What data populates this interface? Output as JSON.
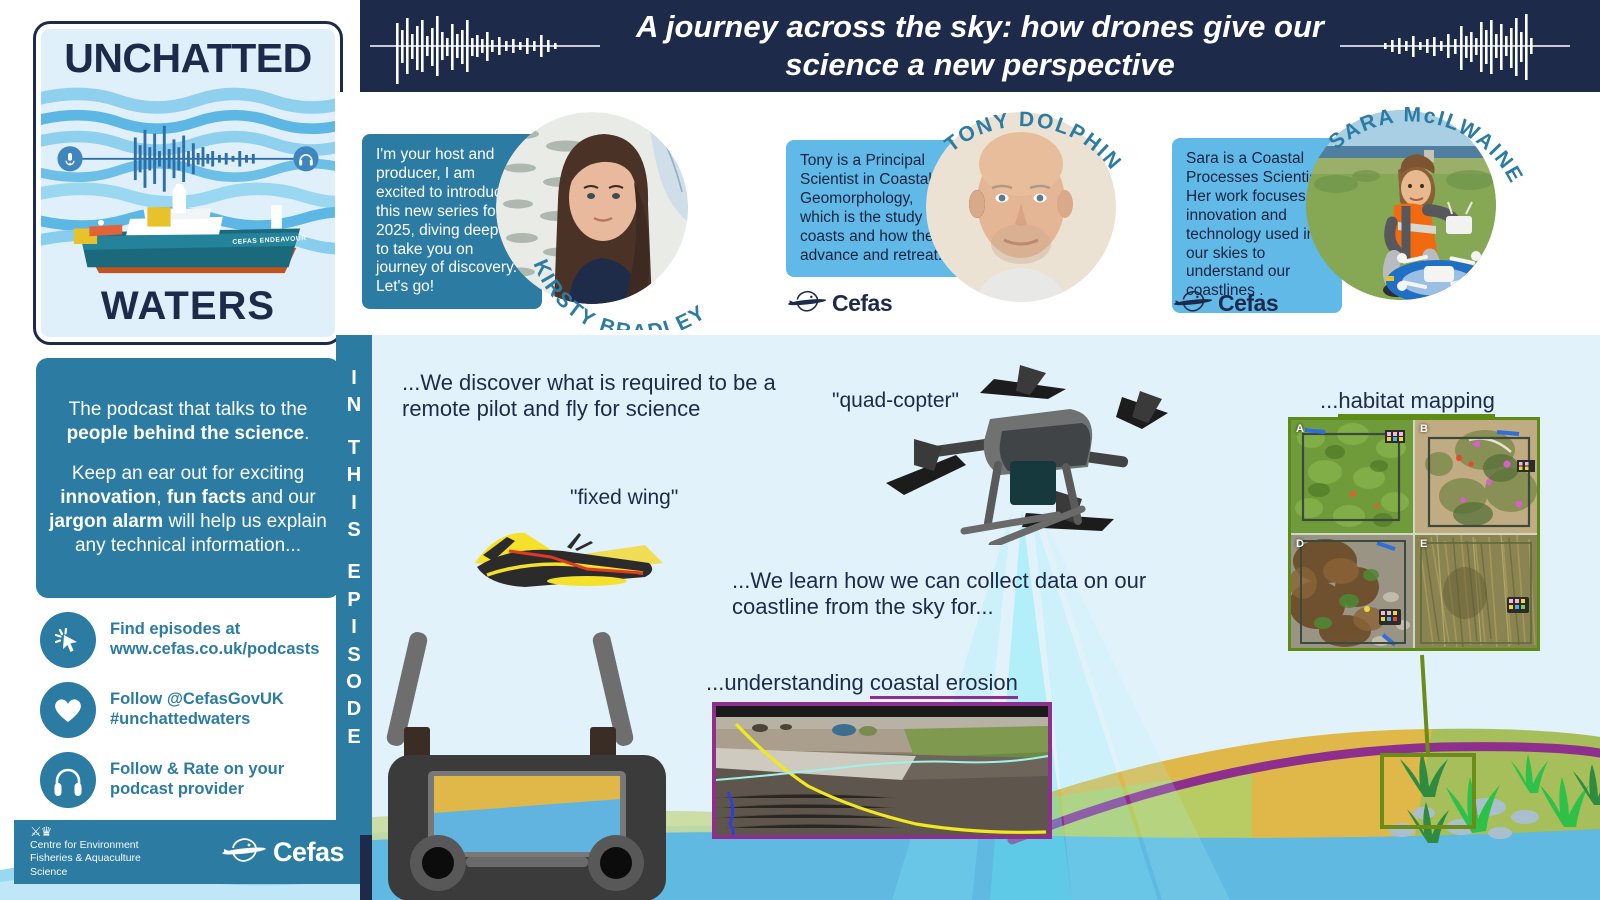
{
  "header": {
    "title": "A journey across the sky: how drones give our science a new perspective",
    "waveform_left": "audio-waveform",
    "waveform_right": "audio-waveform"
  },
  "logo": {
    "title": "UNCHATTED",
    "subtitle": "WATERS",
    "ship_name": "CEFAS ENDEAVOUR",
    "mic_icon": "microphone-icon",
    "headphones_icon": "headphones-icon"
  },
  "tagline": {
    "line1_a": "The podcast that talks to the ",
    "line1_b": "people behind the science",
    "line1_c": ".",
    "line2_a": "Keep an ear out for exciting ",
    "line2_b": "innovation",
    "line2_c": ", ",
    "line2_d": "fun facts",
    "line2_e": " and our ",
    "line2_f": "jargon alarm",
    "line2_g": " will help us explain any technical information..."
  },
  "links": [
    {
      "icon": "cursor-click-icon",
      "text": "Find episodes at www.cefas.co.uk/podcasts"
    },
    {
      "icon": "heart-icon",
      "text": "Follow @CefasGovUK #unchattedwaters"
    },
    {
      "icon": "headphones-icon",
      "text": "Follow & Rate on your podcast provider"
    }
  ],
  "footer": {
    "crest": "royal-crest-icon",
    "org_line1": "Centre for Environment",
    "org_line2": "Fisheries & Aquaculture",
    "org_line3": "Science",
    "brand": "Cefas",
    "brand_icon": "cefas-fish-icon"
  },
  "speakers": [
    {
      "name": "KIRSTY BRADLEY",
      "bio": "I'm your host and producer, I am excited to introduce this new series for 2025, diving deeper to take you on journey of discovery. Let's go!",
      "photo": "portrait-kirsty-bradley",
      "bubble_style": "dark",
      "brand": null
    },
    {
      "name": "TONY DOLPHIN",
      "bio": "Tony is a Principal Scientist in Coastal Geomorphology, which is the study of coasts and how they advance and retreat.",
      "photo": "portrait-tony-dolphin",
      "bubble_style": "light",
      "brand": "Cefas"
    },
    {
      "name": "SARA McILWAINE",
      "bio": "Sara is a Coastal Processes Scientist. Her work focuses on innovation and technology used in our skies to understand our coastlines .",
      "photo": "portrait-sara-mcilwaine",
      "bubble_style": "light",
      "brand": "Cefas"
    }
  ],
  "episode_strip": {
    "letters": [
      "I",
      "N",
      "",
      "T",
      "H",
      "I",
      "S",
      "",
      "E",
      "P",
      "I",
      "S",
      "O",
      "D",
      "E"
    ],
    "label": "IN THIS EPISODE"
  },
  "scene": {
    "pilot_text": "...We discover what is required to be a remote pilot and fly for science",
    "quad_label": "\"quad-copter\"",
    "fixed_wing_label": "\"fixed wing\"",
    "collect_text": "...We learn how we can collect data on our coastline from the sky for...",
    "erosion_prefix": "...understanding ",
    "erosion_term": "coastal erosion",
    "habitat_prefix": "...",
    "habitat_term": "habitat mapping",
    "drone_icon": "quadcopter-drone-icon",
    "plane_icon": "fixed-wing-drone-icon",
    "controller_icon": "remote-controller-icon",
    "erosion_photo": "coastal-erosion-aerial-photo",
    "habitat_photo": "habitat-quadrat-grid-photo",
    "habitat_cells": [
      "A",
      "B",
      "D",
      "E"
    ]
  },
  "colors": {
    "navy": "#1d2a4a",
    "teal": "#2c7ba3",
    "light_blue": "#61b9e8",
    "sky": "#e2f2fb",
    "purple": "#8e2f8e",
    "green": "#5e8a16",
    "sand": "#e0b84a",
    "beam": "#8ef0f7"
  }
}
